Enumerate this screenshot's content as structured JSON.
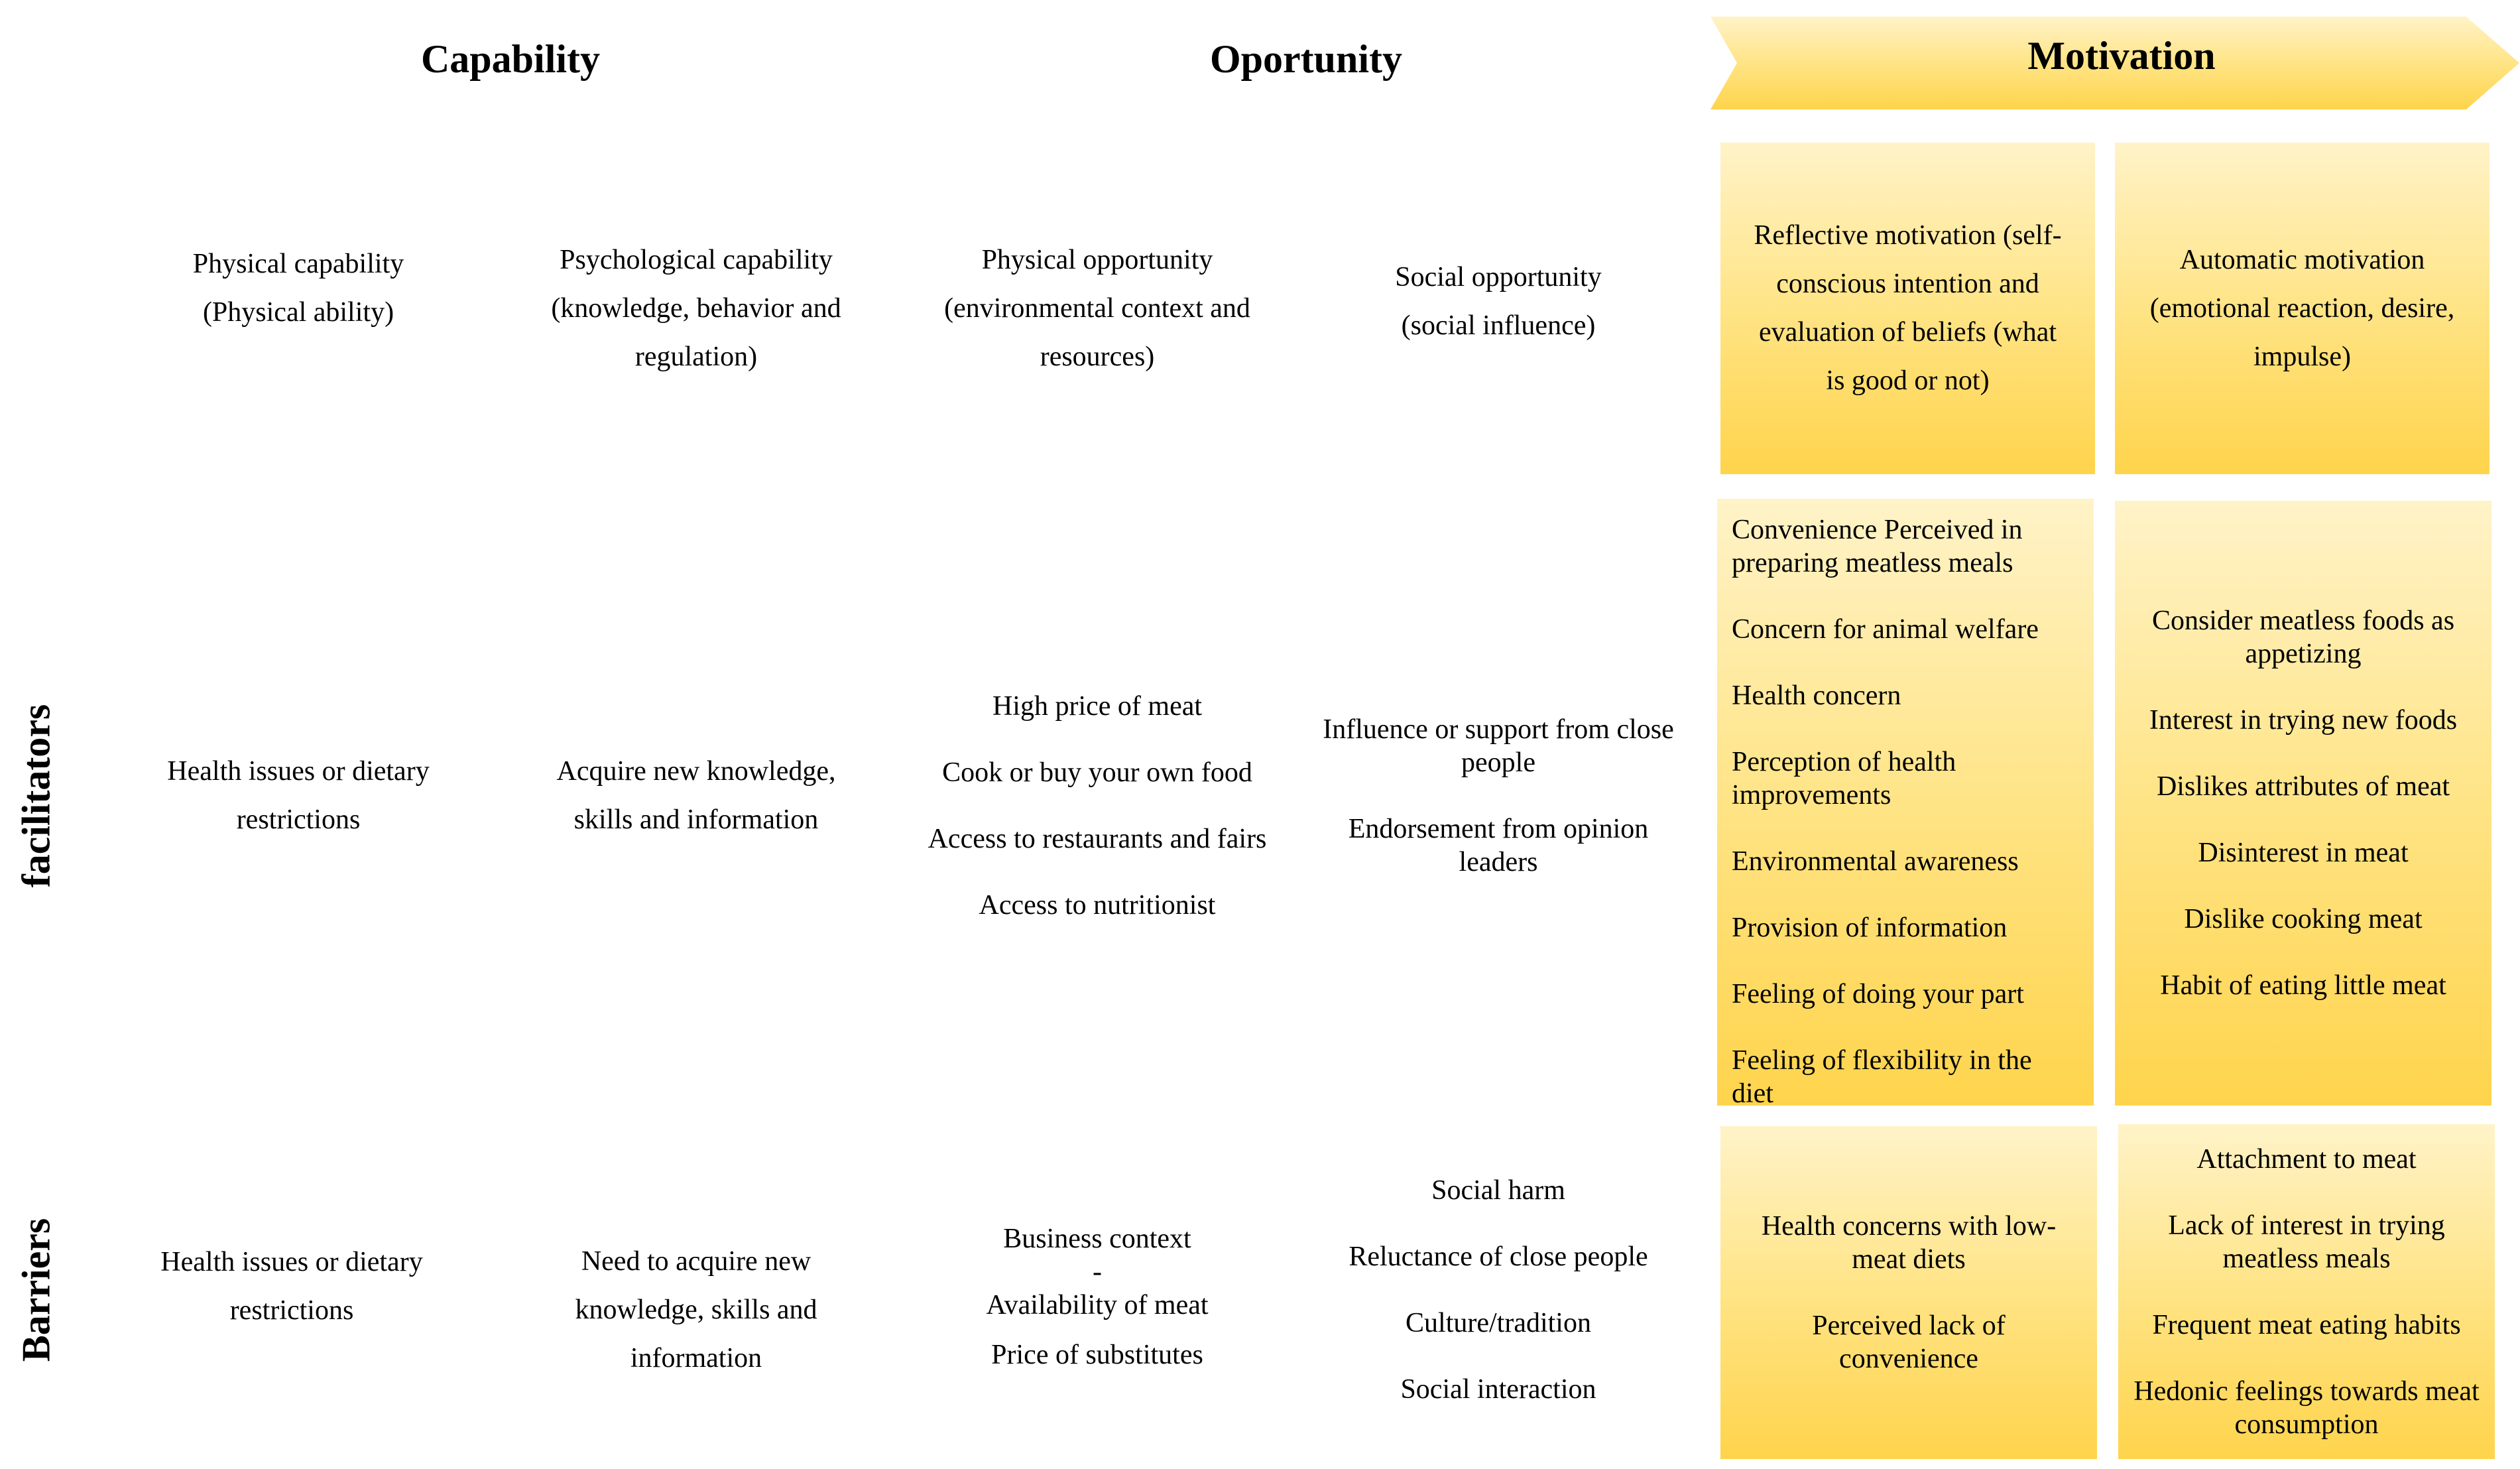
{
  "headers": {
    "capability": "Capability",
    "opportunity": "Oportunity",
    "motivation": "Motivation"
  },
  "row_labels": {
    "facilitators": "facilitators",
    "barriers": "Barriers"
  },
  "subheaders": {
    "physical_capability": [
      "Physical capability",
      "(Physical ability)"
    ],
    "psychological_capability": [
      "Psychological capability",
      "(knowledge, behavior and",
      "regulation)"
    ],
    "physical_opportunity": [
      "Physical opportunity",
      "(environmental context and",
      "resources)"
    ],
    "social_opportunity": [
      "Social opportunity",
      "(social influence)"
    ],
    "reflective_motivation": [
      "Reflective motivation (self-",
      "conscious intention and",
      "evaluation of beliefs (what",
      "is good or not)"
    ],
    "automatic_motivation": [
      "Automatic motivation",
      "(emotional reaction, desire,",
      "impulse)"
    ]
  },
  "facilitators": {
    "physical_capability": [
      "Health issues or dietary",
      "restrictions"
    ],
    "psychological_capability": [
      "Acquire new knowledge,",
      "skills and information"
    ],
    "physical_opportunity": [
      "High price of meat",
      "Cook or buy your own food",
      "Access to restaurants and fairs",
      "Access to nutritionist"
    ],
    "social_opportunity": [
      "Influence or support from close people",
      "Endorsement from opinion leaders"
    ],
    "reflective_motivation": [
      "Convenience Perceived in preparing meatless meals",
      "Concern for animal welfare",
      "Health concern",
      "Perception of health improvements",
      "Environmental awareness",
      "Provision of information",
      "Feeling of doing your part",
      "Feeling of flexibility in the diet"
    ],
    "automatic_motivation": [
      "Consider meatless foods as appetizing",
      "Interest in trying new foods",
      "Dislikes attributes of meat",
      "Disinterest in meat",
      "Dislike cooking meat",
      "Habit of eating little meat"
    ]
  },
  "barriers": {
    "physical_capability": [
      "Health issues or dietary",
      "restrictions"
    ],
    "psychological_capability": [
      "Need to acquire new",
      "knowledge, skills and",
      "information"
    ],
    "physical_opportunity": {
      "first": "Business context",
      "dash": "-",
      "second": "Availability of meat",
      "third": "Price of substitutes"
    },
    "social_opportunity": [
      "Social harm",
      "Reluctance of close people",
      "Culture/tradition",
      "Social interaction"
    ],
    "reflective_motivation": [
      "Health concerns with low-meat diets",
      "Perceived lack of convenience"
    ],
    "automatic_motivation": [
      "Attachment to meat",
      "Lack of interest in trying meatless meals",
      "Frequent meat eating habits",
      "Hedonic feelings towards meat consumption"
    ]
  },
  "colors": {
    "box_top": "#fff3c8",
    "box_bottom": "#ffd44c"
  }
}
